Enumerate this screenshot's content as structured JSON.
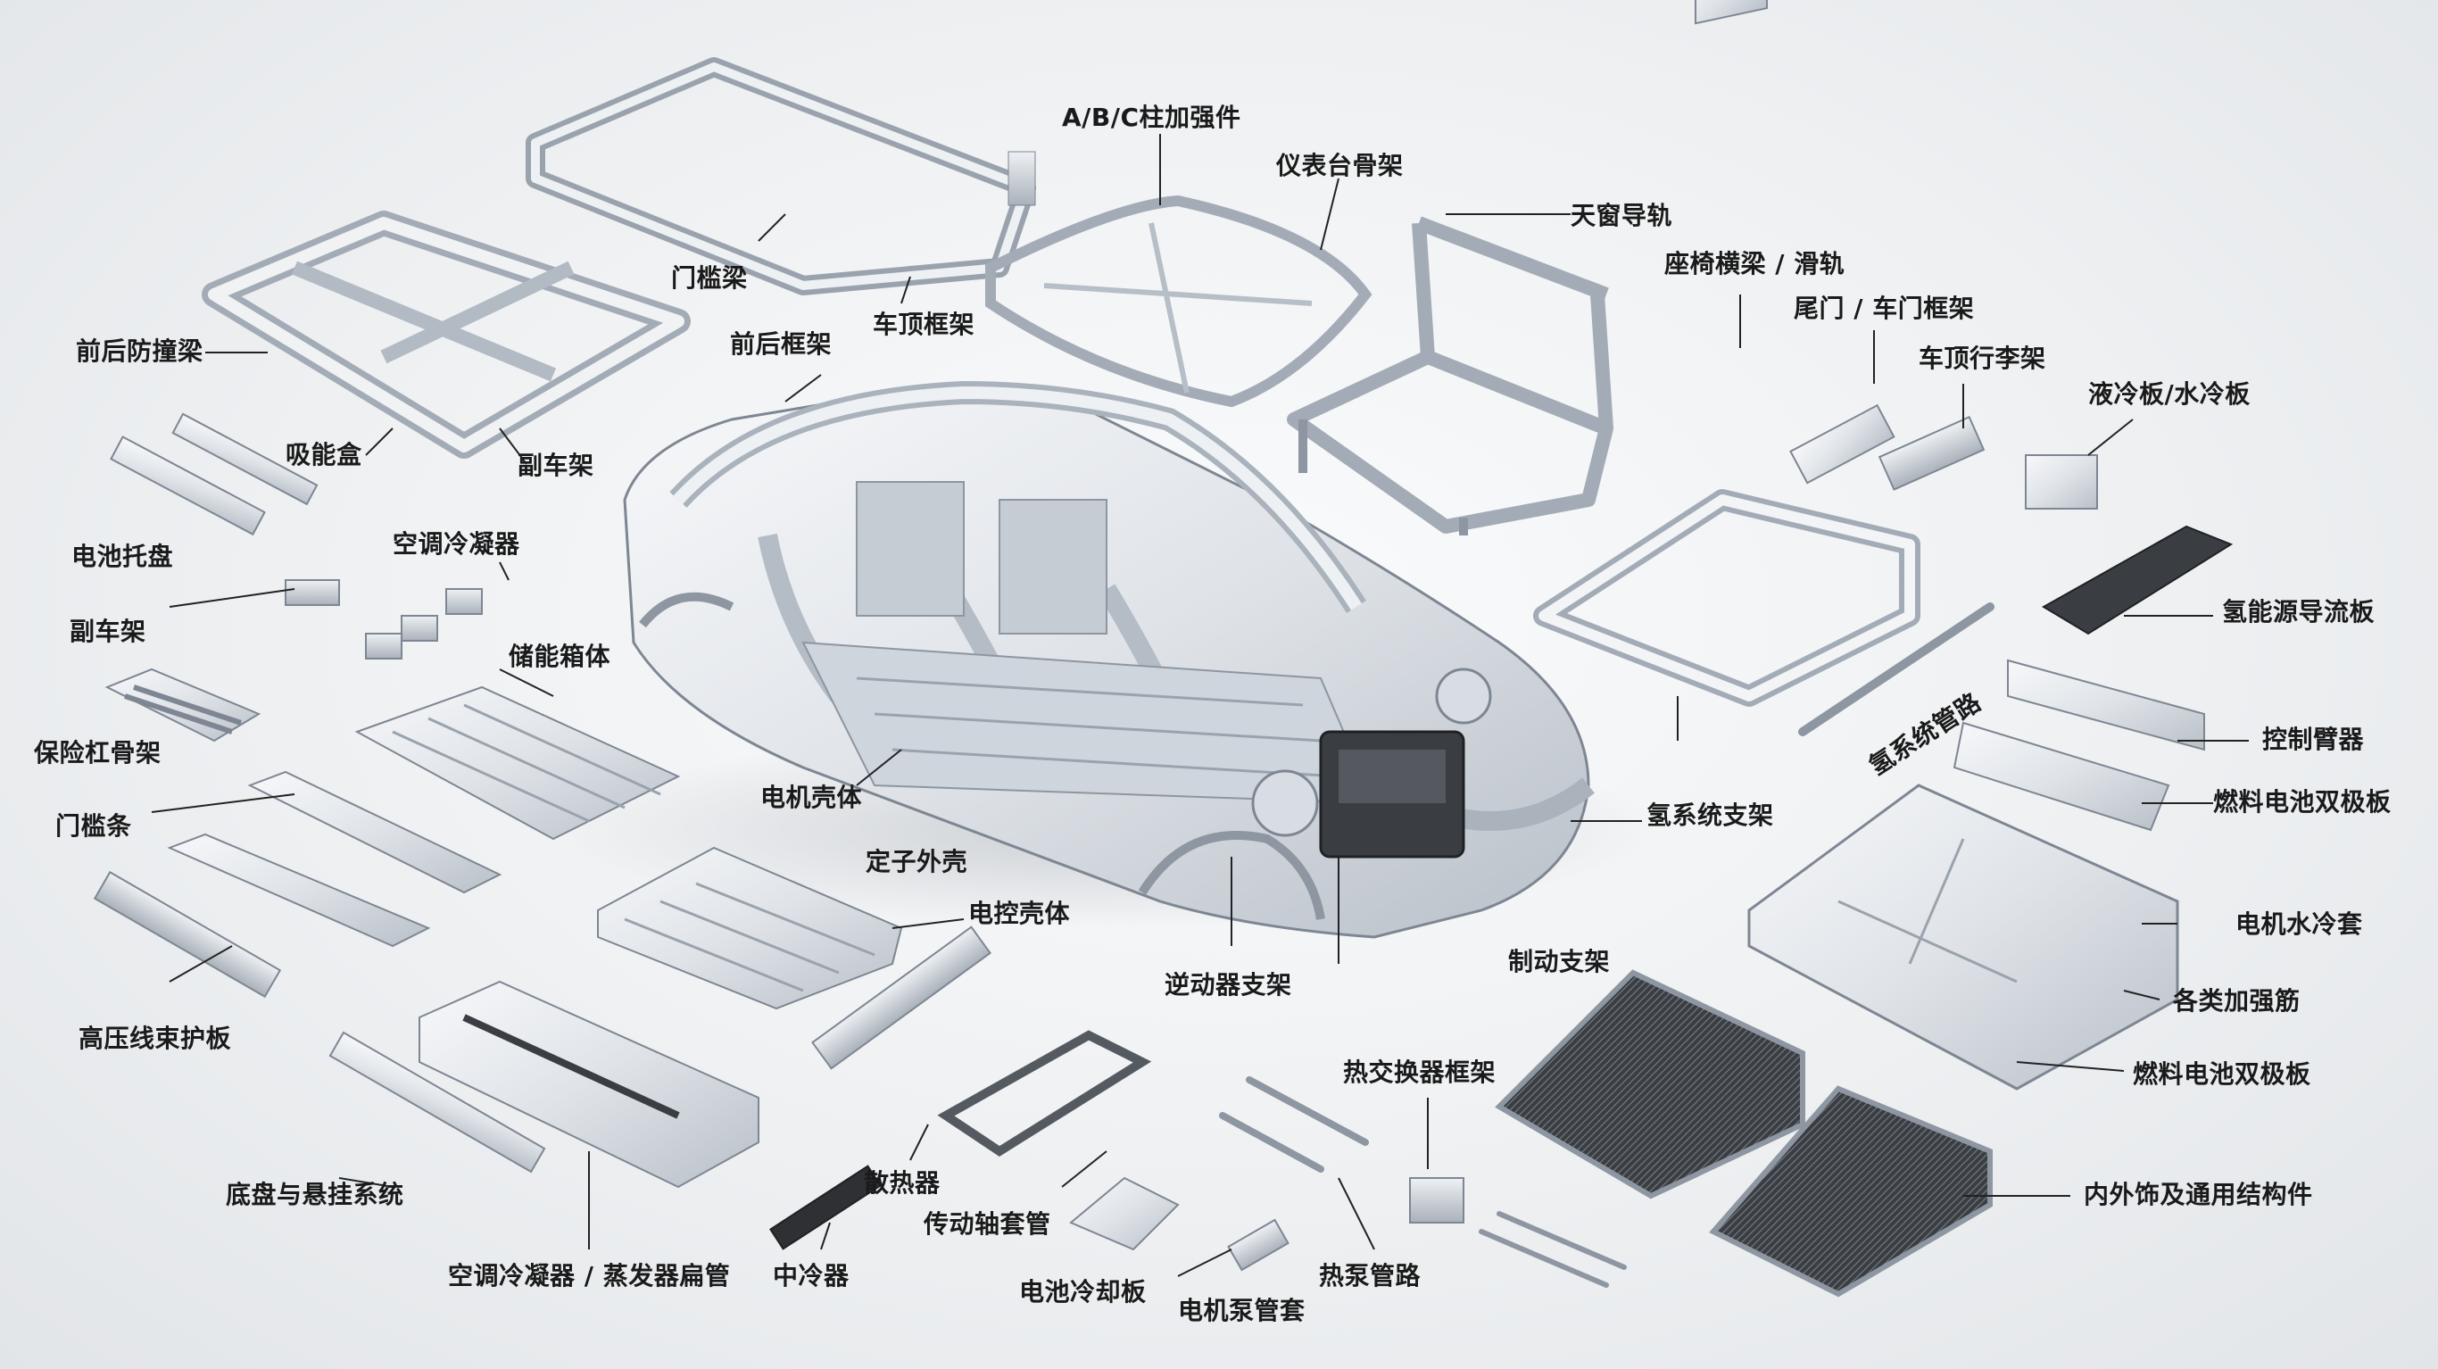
{
  "labels": {
    "abc_pillar_reinforcement": "A/B/C柱加强件",
    "dashboard_frame": "仪表台骨架",
    "sunroof_rail": "天窗导轨",
    "seat_crossbeam_rail": "座椅横梁 / 滑轨",
    "tailgate_door_frame": "尾门 / 车门框架",
    "roof_luggage_rack": "车顶行李架",
    "liquid_water_cooling_plate": "液冷板/水冷板",
    "hydrogen_flow_plate": "氢能源导流板",
    "hydrogen_pipeline": "氢系统管路",
    "control_arm": "控制臂器",
    "fuel_cell_bipolar_plate_top": "燃料电池双极板",
    "hydrogen_system_bracket": "氢系统支架",
    "motor_water_jacket": "电机水冷套",
    "various_reinforcing_ribs": "各类加强筋",
    "fuel_cell_bipolar_plate_bottom": "燃料电池双极板",
    "interior_exterior_structures": "内外饰及通用结构件",
    "door_sill_beam": "门槛梁",
    "roof_frame": "车顶框架",
    "front_rear_frame": "前后框架",
    "front_rear_bumper_beam": "前后防撞梁",
    "energy_absorber_box": "吸能盒",
    "subframe_top": "副车架",
    "battery_tray": "电池托盘",
    "ac_condenser": "空调冷凝器",
    "subframe_left": "副车架",
    "energy_storage_box": "储能箱体",
    "bumper_skeleton": "保险杠骨架",
    "door_sill_strip": "门槛条",
    "motor_housing": "电机壳体",
    "stator_housing": "定子外壳",
    "electronic_control_housing": "电控壳体",
    "high_voltage_harness_guard": "高压线束护板",
    "inverter_bracket": "逆动器支架",
    "brake_bracket": "制动支架",
    "heat_exchanger_frame": "热交换器框架",
    "chassis_suspension_system": "底盘与悬挂系统",
    "radiator": "散热器",
    "drive_shaft_sleeve": "传动轴套管",
    "ac_condenser_evaporator_tube": "空调冷凝器 / 蒸发器扁管",
    "intercooler": "中冷器",
    "battery_cooling_plate": "电池冷却板",
    "motor_pump_sleeve": "电机泵管套",
    "heat_pump_pipeline": "热泵管路"
  },
  "colors": {
    "background": "#eef0f2",
    "part_fill": "#e8ebef",
    "part_stroke": "#8a93a0",
    "dark_part": "#3a3d42",
    "leader_line": "#222222"
  }
}
